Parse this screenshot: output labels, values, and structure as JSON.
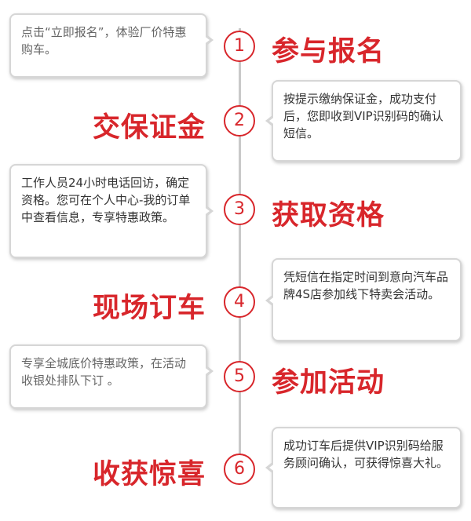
{
  "colors": {
    "accent": "#d8262b",
    "timeline": "#c9c9c9",
    "bubble_border": "#d6d6d6"
  },
  "steps": [
    {
      "number": "1",
      "title": "参与报名",
      "description": "点击“立即报名”，体验厂价特惠购车。"
    },
    {
      "number": "2",
      "title": "交保证金",
      "description": "按提示缴纳保证金，成功支付后，您即收到VIP识别码的确认短信。"
    },
    {
      "number": "3",
      "title": "获取资格",
      "description": "工作人员24小时电话回访，确定资格。您可在个人中心-我的订单中查看信息，专享特惠政策。"
    },
    {
      "number": "4",
      "title": "现场订车",
      "description": "凭短信在指定时间到意向汽车品牌4S店参加线下特卖会活动。"
    },
    {
      "number": "5",
      "title": "参加活动",
      "description": "专享全城底价特惠政策，在活动收银处排队下订 。"
    },
    {
      "number": "6",
      "title": "收获惊喜",
      "description": "成功订车后提供VIP识别码给服务顾问确认，可获得惊喜大礼。"
    }
  ]
}
